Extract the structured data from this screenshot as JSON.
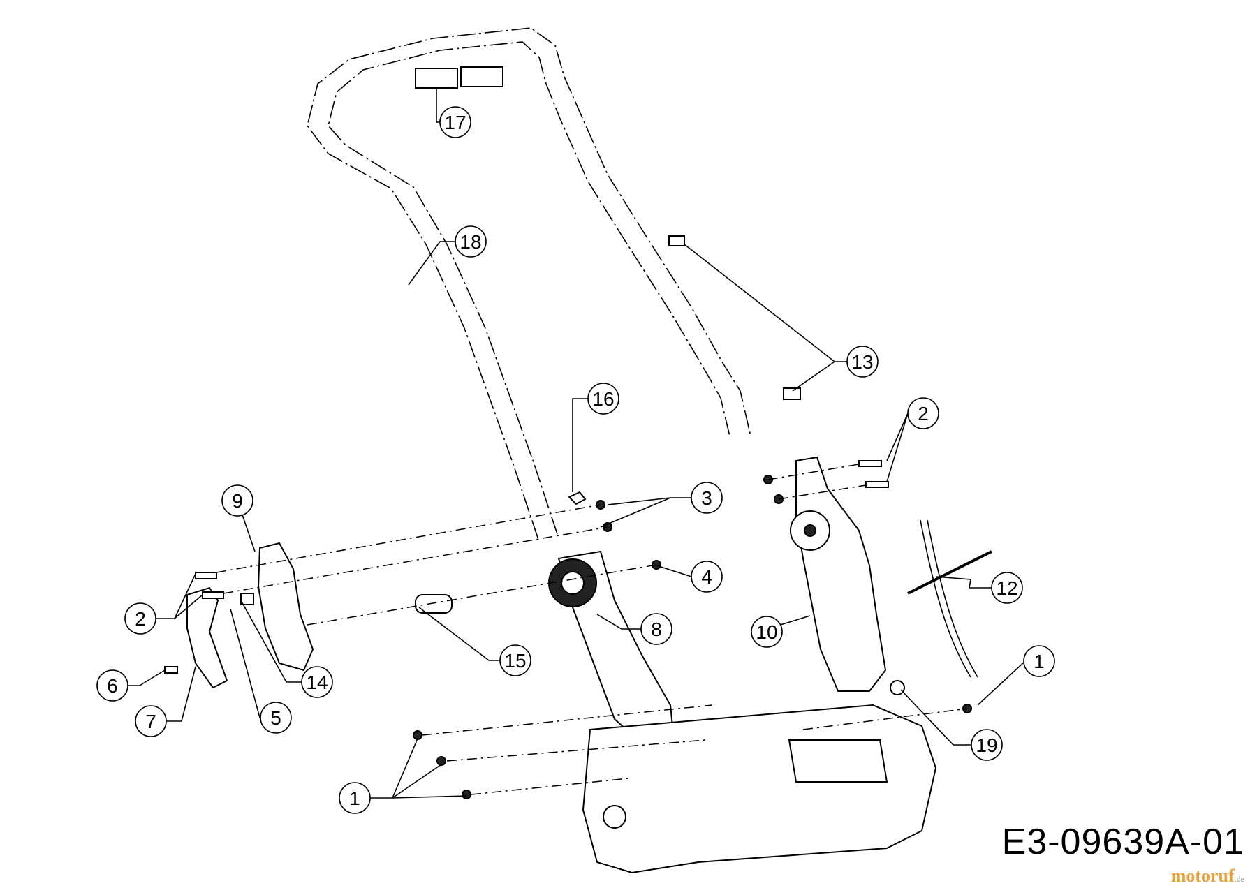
{
  "callouts": [
    {
      "label": "17"
    },
    {
      "label": "18"
    },
    {
      "label": "13"
    },
    {
      "label": "16"
    },
    {
      "label": "2"
    },
    {
      "label": "3"
    },
    {
      "label": "9"
    },
    {
      "label": "4"
    },
    {
      "label": "12"
    },
    {
      "label": "2"
    },
    {
      "label": "8"
    },
    {
      "label": "10"
    },
    {
      "label": "15"
    },
    {
      "label": "14"
    },
    {
      "label": "6"
    },
    {
      "label": "1"
    },
    {
      "label": "7"
    },
    {
      "label": "5"
    },
    {
      "label": "19"
    },
    {
      "label": "1"
    }
  ],
  "drawing_code": "E3-09639A-01",
  "watermark": {
    "brand": "motoruf",
    "suffix": ".de"
  }
}
